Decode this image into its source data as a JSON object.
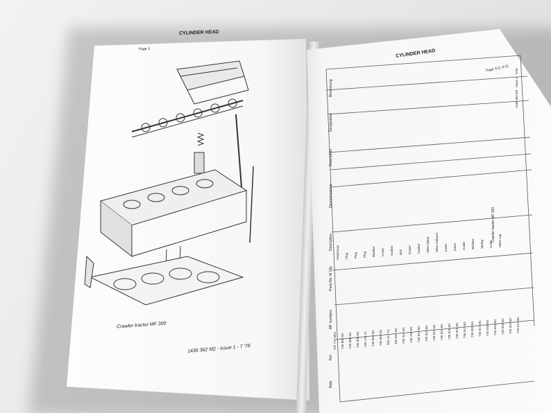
{
  "left_page": {
    "header": "CYLINDER HEAD",
    "page_no": "Page 3",
    "caption": "Crawler tractor MF 300",
    "issue": "1436 362 M2 - Issue 1 - 7 '78"
  },
  "right_page": {
    "header": "CYLINDER HEAD",
    "page_no": "Page 3 (1 of 2)",
    "footer": "Crawler tractor MF 300",
    "code": "1436 362 M2 - Issue 1 - 7/78",
    "columns": [
      "Note",
      "Ref.",
      "MF numbers",
      "Parts No. M",
      "Qty",
      "Description",
      "Denominazione",
      "Description",
      "Designation",
      "Benennung"
    ],
    "part_numbers": [
      "737 772 M91",
      "735 803 M1",
      "735 805 M1",
      "735 895 M1",
      "735 176 X1",
      "736 893 M1",
      "735 869 M1",
      "353 317 X1",
      "353 647 M1",
      "735 347 M1",
      "736 706 M1",
      "736 815 M1",
      "736 812 M1",
      "736 814 M1",
      "736 815 M1",
      "736 816 M1",
      "736 818 M1",
      "736 817 M1",
      "736 502 M1",
      "736 617 M1",
      "734 648 M1",
      "734 652 M1",
      "733 823 M1",
      "733 307 M1",
      "733 617 M1"
    ],
    "descriptions_en": [
      "Head assy",
      "Plug",
      "Plug",
      "Plug",
      "Washer",
      "Cover",
      "Gasket",
      "Bolt",
      "Dowel",
      "Gasket",
      "Valve (inlet)",
      "Valve exhaust",
      "Insert",
      "Insert",
      "Guide",
      "Washer",
      "Spring",
      "Collet",
      "Valve cap"
    ]
  }
}
